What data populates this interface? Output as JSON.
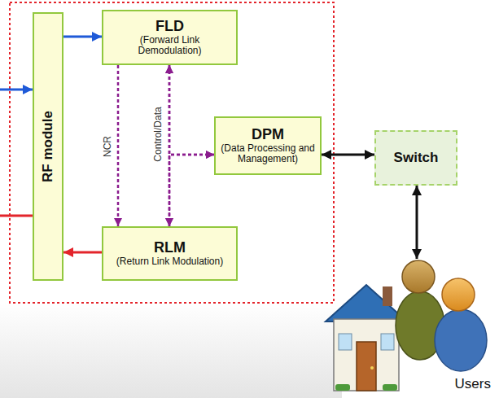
{
  "diagram": {
    "nodes": [
      {
        "text": [
          "RF module"
        ]
      },
      {
        "text": [
          "FLD",
          "(Forward Link Demodulation)"
        ]
      },
      {
        "text": [
          "DPM",
          "(Data Processing and Management)"
        ]
      },
      {
        "text": [
          "RLM",
          "(Return Link Modulation)"
        ]
      },
      {
        "text": [
          "Switch"
        ]
      },
      {
        "text": [
          "Users"
        ]
      }
    ],
    "edges": [
      {
        "from": 0,
        "to": 1,
        "arrow": "to"
      },
      {
        "from": 3,
        "to": 0,
        "arrow": "to"
      },
      {
        "from": 1,
        "to": 3,
        "label": "NCR",
        "arrow": "to"
      },
      {
        "from": 1,
        "to": 3,
        "label": "Control/Data",
        "arrow": "both"
      },
      {
        "from": 2,
        "to": 1,
        "arrow": "both"
      },
      {
        "from": 2,
        "to": 3,
        "arrow": "both"
      },
      {
        "from": 2,
        "to": 4,
        "arrow": "both"
      },
      {
        "from": 4,
        "to": 5,
        "arrow": "both"
      }
    ]
  }
}
